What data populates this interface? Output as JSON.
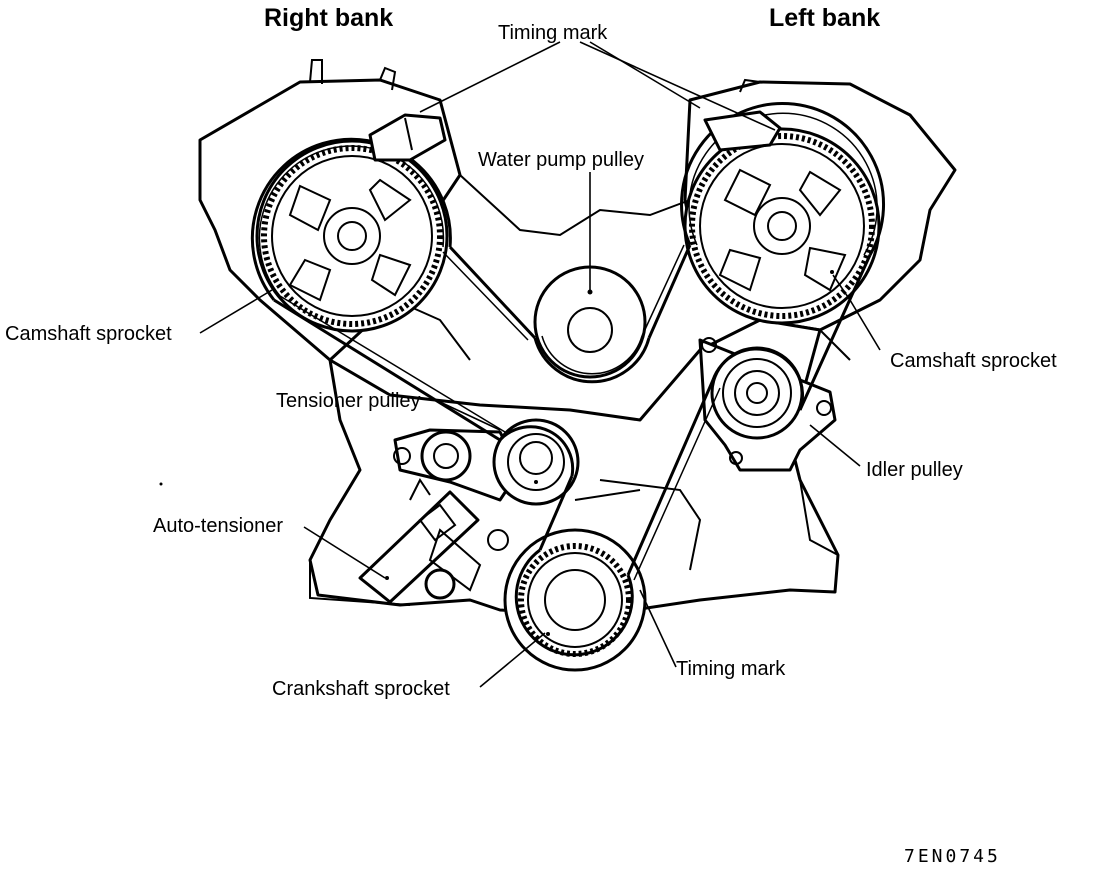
{
  "headers": {
    "right_bank": "Right  bank",
    "left_bank": "Left  bank"
  },
  "labels": {
    "timing_mark_top": "Timing mark",
    "water_pump_pulley": "Water pump pulley",
    "camshaft_sprocket_left": "Camshaft sprocket",
    "camshaft_sprocket_right": "Camshaft sprocket",
    "tensioner_pulley": "Tensioner pulley",
    "idler_pulley": "Idler pulley",
    "auto_tensioner": "Auto-tensioner",
    "timing_mark_bottom": "Timing mark",
    "crankshaft_sprocket": "Crankshaft sprocket"
  },
  "figure_code": "7EN0745"
}
